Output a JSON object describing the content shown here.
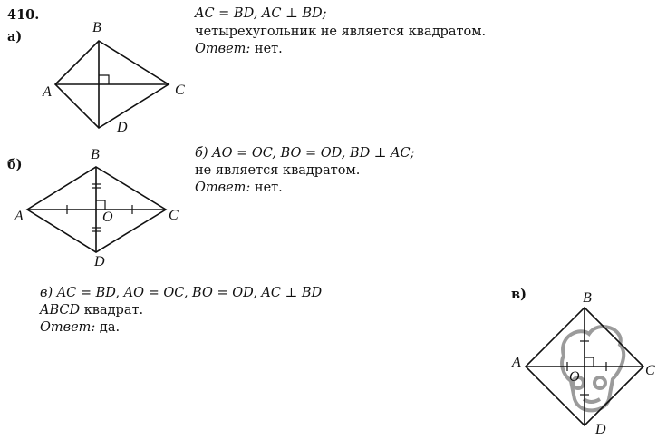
{
  "problem_number": "410.",
  "part_a": {
    "marker": "а)",
    "line1": "AC = BD, AC ⊥ BD;",
    "line2": "четырехугольник не является квадратом.",
    "answer_label": "Ответ:",
    "answer": "нет.",
    "points": {
      "A": "A",
      "B": "B",
      "C": "C",
      "D": "D"
    }
  },
  "part_b": {
    "marker": "б)",
    "line1": "б) AO = OC, BO = OD, BD ⊥ AC;",
    "line2": "не является квадратом.",
    "answer_label": "Ответ:",
    "answer": "нет.",
    "points": {
      "A": "A",
      "B": "B",
      "C": "C",
      "D": "D",
      "O": "O"
    }
  },
  "part_c": {
    "marker": "в)",
    "line1": "в) AC = BD, AO = OC, BO = OD, AC ⊥ BD",
    "line2_italic": "ABCD",
    "line2": "квадрат.",
    "answer_label": "Ответ:",
    "answer": "да.",
    "points": {
      "A": "A",
      "B": "B",
      "C": "C",
      "D": "D",
      "O": "O"
    }
  }
}
